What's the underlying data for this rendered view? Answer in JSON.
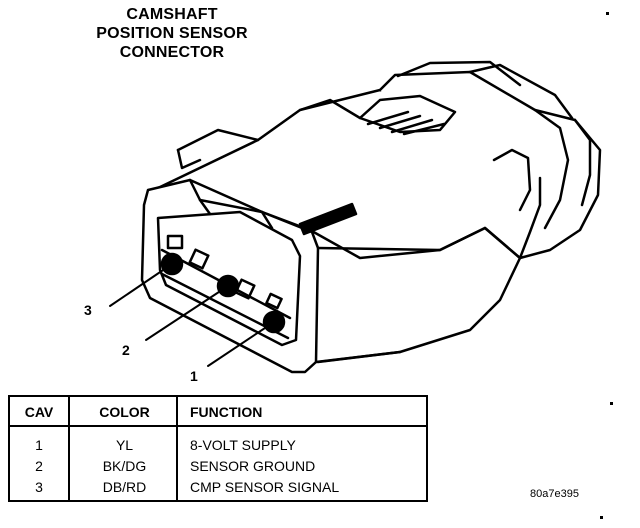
{
  "title": {
    "line1": "CAMSHAFT",
    "line2": "POSITION SENSOR",
    "line3": "CONNECTOR"
  },
  "callouts": [
    "3",
    "2",
    "1"
  ],
  "table": {
    "headers": [
      "CAV",
      "COLOR",
      "FUNCTION"
    ],
    "rows": [
      {
        "cav": "1",
        "color": "YL",
        "function": "8-VOLT SUPPLY"
      },
      {
        "cav": "2",
        "color": "BK/DG",
        "function": "SENSOR GROUND"
      },
      {
        "cav": "3",
        "color": "DB/RD",
        "function": "CMP SENSOR SIGNAL"
      }
    ]
  },
  "reference_code": "80a7e395"
}
